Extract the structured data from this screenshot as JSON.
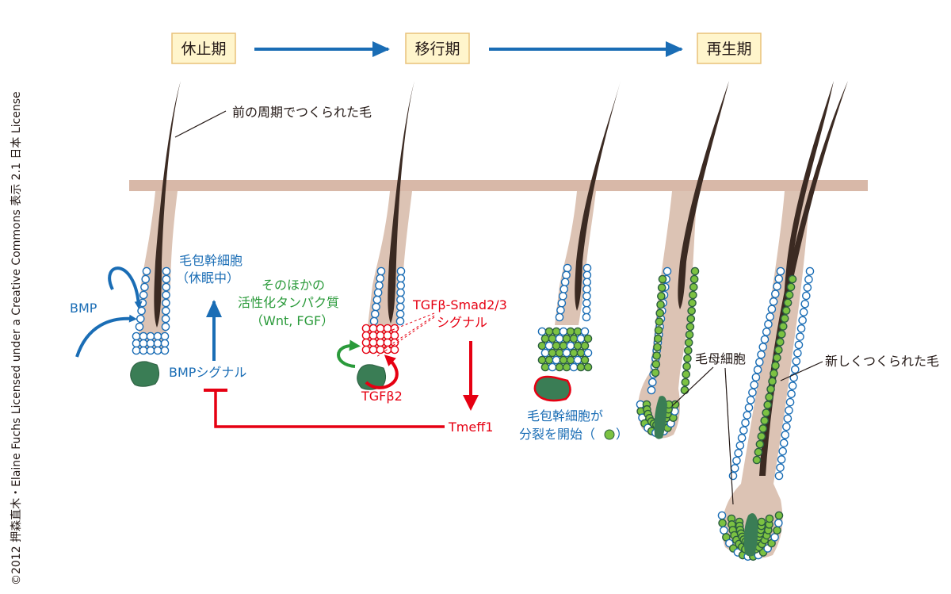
{
  "colors": {
    "skin": "#d8b8a8",
    "follicle": "#dcc3b4",
    "hair": "#3b2a22",
    "papilla": "#3a7d55",
    "quiescent_cell": "#ffffff",
    "quiescent_outline": "#1a6db5",
    "dividing_cell": "#7cc242",
    "arrow_blue": "#1a6db5",
    "inhibit_red": "#e60012",
    "signal_green": "#2a9a3a",
    "stage_box_fill": "#fff5cc"
  },
  "credit": "©2012 押森直木・Elaine Fuchs Licensed under a Creative Commons 表示 2.1 日本 License",
  "stages": {
    "telogen": "休止期",
    "transition": "移行期",
    "anagen": "再生期"
  },
  "labels": {
    "old_hair": "前の周期でつくられた毛",
    "hfsc_line1": "毛包幹細胞",
    "hfsc_line2": "（休眠中）",
    "bmp": "BMP",
    "bmp_signal": "BMPシグナル",
    "other_line1": "そのほかの",
    "other_line2": "活性化タンパク質",
    "other_line3": "（Wnt, FGF）",
    "tgf_signal_line1": "TGFβ-Smad2/3",
    "tgf_signal_line2": "シグナル",
    "tgfb2": "TGFβ2",
    "tmeff1": "Tmeff1",
    "division_line1": "毛包幹細胞が",
    "division_line2": "分裂を開始（",
    "division_line3": "）",
    "matrix": "毛母細胞",
    "new_hair": "新しくつくられた毛"
  }
}
